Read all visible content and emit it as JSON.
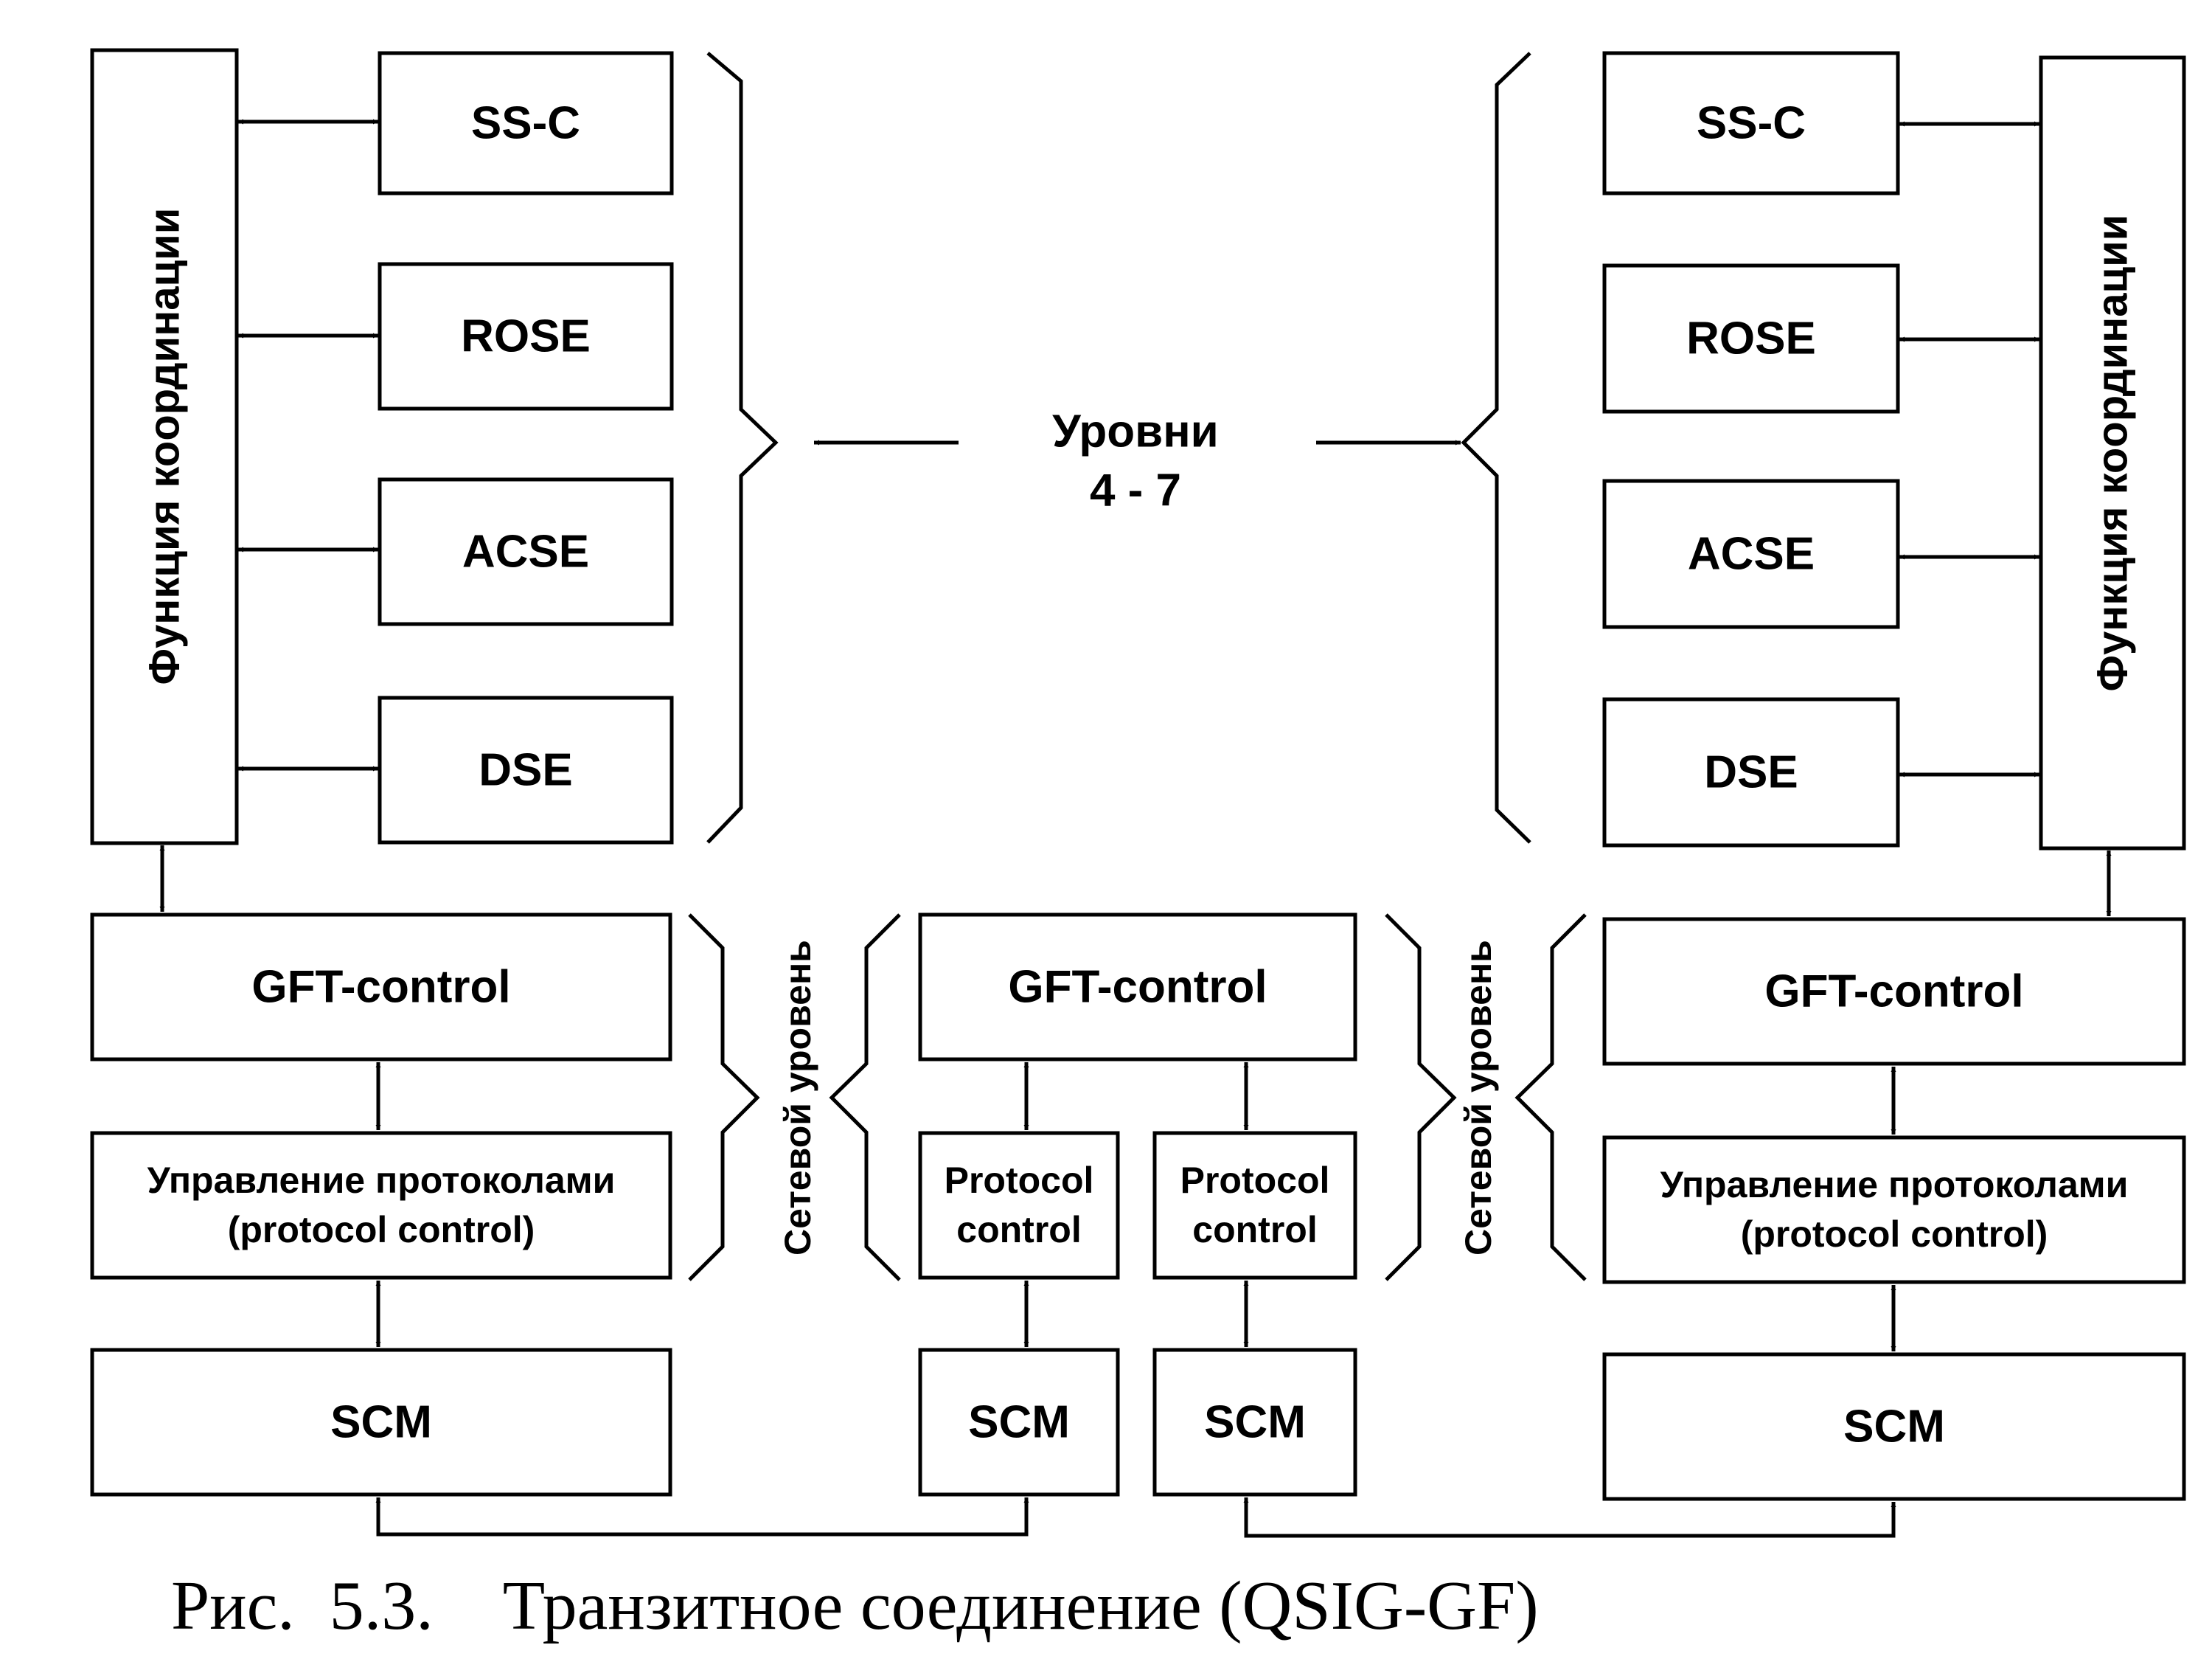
{
  "layers_label_line1": "Уровни",
  "layers_label_line2": "4 - 7",
  "network_level_label": "Сетевой уровень",
  "coordination_label": "Функция координации",
  "apps": [
    "SS-C",
    "ROSE",
    "ACSE",
    "DSE"
  ],
  "gft_control": "GFT-control",
  "protocol_mgmt_line1": "Управление протоколами",
  "protocol_mgmt_line2": "(protocol control)",
  "protocol_control_line1": "Protocol",
  "protocol_control_line2": "control",
  "scm": "SCM",
  "caption": "Рис.  5.3.    Транзитное соединение (QSIG-GF)"
}
